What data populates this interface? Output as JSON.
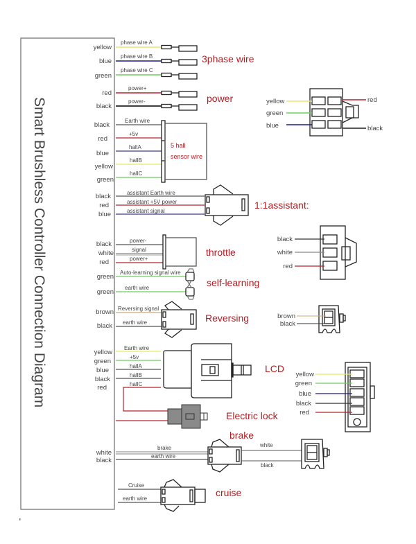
{
  "title": "Smart Brushless Controller Connection Diagram",
  "colors": {
    "yellow": "#e7e56a",
    "blue": "#1a1a8a",
    "green": "#6ccf5a",
    "red": "#b3222a",
    "black": "#333333",
    "white": "#aaaaaa",
    "brown": "#c9a87a",
    "section_label": "#b51e24"
  },
  "sections": {
    "phase": {
      "label": "3phase wire",
      "wires": [
        {
          "color_name": "yellow",
          "signal": "phase wire A"
        },
        {
          "color_name": "blue",
          "signal": "phase wire B"
        },
        {
          "color_name": "green",
          "signal": "phase wire C"
        }
      ]
    },
    "power": {
      "label": "power",
      "wires": [
        {
          "color_name": "red",
          "signal": "power+"
        },
        {
          "color_name": "black",
          "signal": "power-"
        }
      ]
    },
    "hall": {
      "label_line1": "5 hall",
      "label_line2": "sensor wire",
      "wires": [
        {
          "color_name": "black",
          "signal": "Earth wire"
        },
        {
          "color_name": "red",
          "signal": "+5v"
        },
        {
          "color_name": "blue",
          "signal": "hallA"
        },
        {
          "color_name": "yellow",
          "signal": "hallB"
        },
        {
          "color_name": "green",
          "signal": "hallC"
        }
      ],
      "connector_pins": {
        "left": [
          "yellow",
          "green",
          "blue"
        ],
        "right": [
          "red",
          "black"
        ]
      }
    },
    "assistant": {
      "label": "1:1assistant:",
      "wires": [
        {
          "color_name": "black",
          "signal": "assistant Earth wire"
        },
        {
          "color_name": "red",
          "signal": "assistant +5V power"
        },
        {
          "color_name": "blue",
          "signal": "assistant signal"
        }
      ]
    },
    "throttle": {
      "label": "throttle",
      "wires": [
        {
          "color_name": "black",
          "signal": "power-"
        },
        {
          "color_name": "white",
          "signal": "signal"
        },
        {
          "color_name": "red",
          "signal": "power+"
        }
      ],
      "connector_pins": [
        "black",
        "white",
        "red"
      ]
    },
    "self_learning": {
      "label": "self-learning",
      "wires": [
        {
          "color_name": "green",
          "signal": "Auto-learning signal wire"
        },
        {
          "color_name": "green",
          "signal": "earth wire"
        }
      ]
    },
    "reversing": {
      "label": "Reversing",
      "wires": [
        {
          "color_name": "brown",
          "signal": "Reversing signal"
        },
        {
          "color_name": "black",
          "signal": "earth wire"
        }
      ],
      "connector_pins": [
        "brown",
        "black"
      ]
    },
    "lcd": {
      "label": "LCD",
      "wires": [
        {
          "color_name": "yellow",
          "signal": "Earth wire"
        },
        {
          "color_name": "green",
          "signal": "+5v"
        },
        {
          "color_name": "blue",
          "signal": "hallA"
        },
        {
          "color_name": "black",
          "signal": "hallB"
        },
        {
          "color_name": "red",
          "signal": "hallC"
        }
      ],
      "connector_pins": [
        "yellow",
        "green",
        "blue",
        "black",
        "red"
      ]
    },
    "electric_lock": {
      "label": "Electric lock"
    },
    "brake": {
      "label": "brake",
      "wires": [
        {
          "color_name": "white",
          "signal": "brake"
        },
        {
          "color_name": "black",
          "signal": "earth wire"
        }
      ],
      "connector_pins": [
        "white",
        "black"
      ]
    },
    "cruise": {
      "label": "cruise",
      "wires": [
        {
          "signal": "Cruise"
        },
        {
          "signal": "earth wire"
        }
      ]
    }
  }
}
